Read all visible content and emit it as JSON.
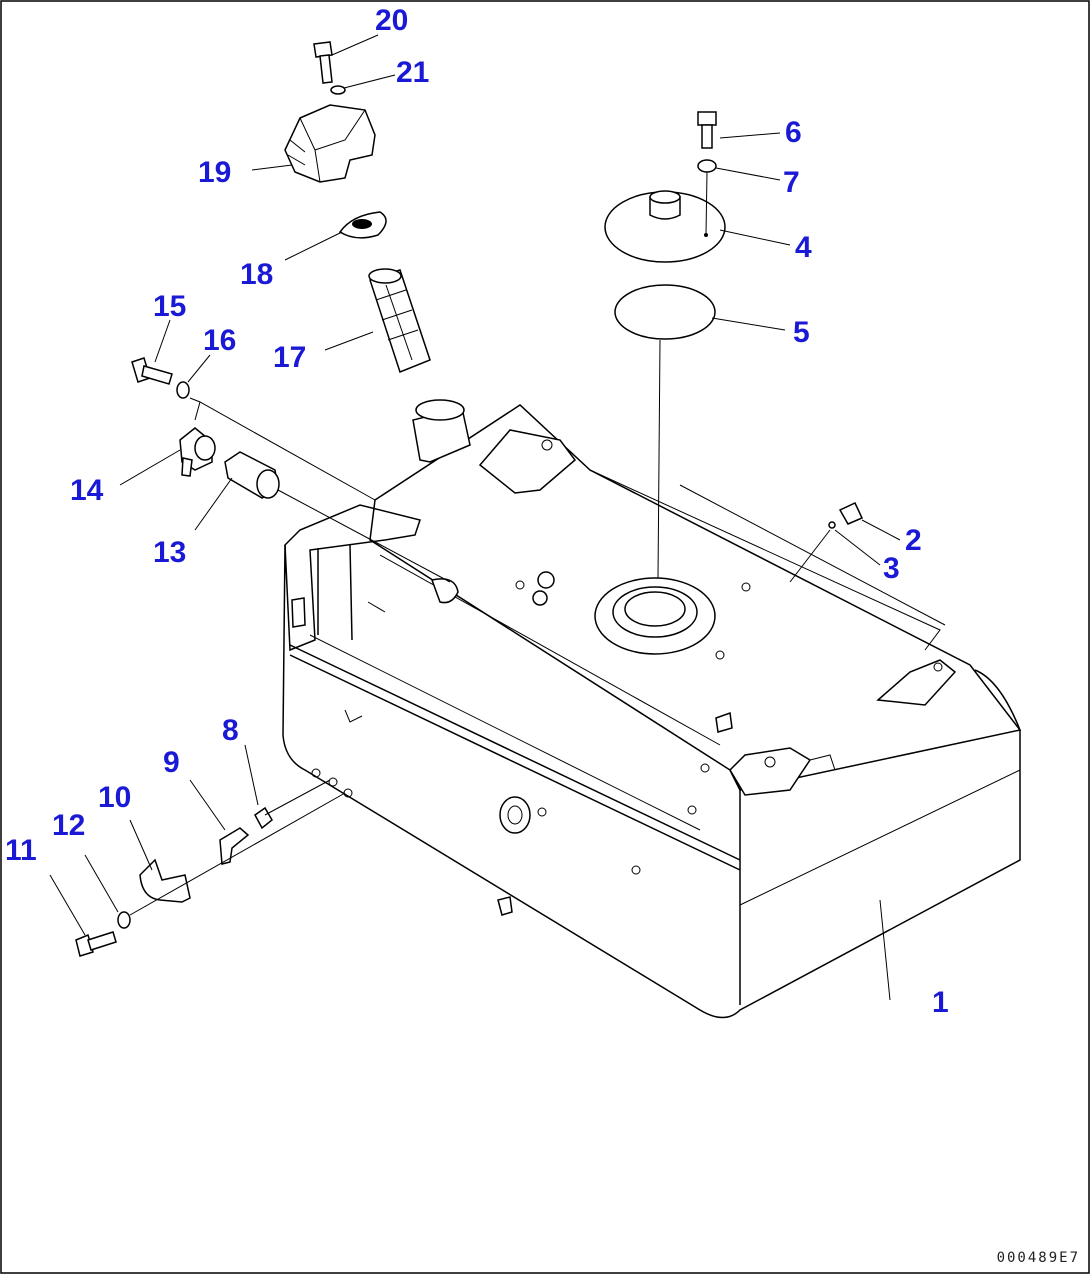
{
  "diagram": {
    "callouts": [
      {
        "id": "1",
        "label": "1"
      },
      {
        "id": "2",
        "label": "2"
      },
      {
        "id": "3",
        "label": "3"
      },
      {
        "id": "4",
        "label": "4"
      },
      {
        "id": "5",
        "label": "5"
      },
      {
        "id": "6",
        "label": "6"
      },
      {
        "id": "7",
        "label": "7"
      },
      {
        "id": "8",
        "label": "8"
      },
      {
        "id": "9",
        "label": "9"
      },
      {
        "id": "10",
        "label": "10"
      },
      {
        "id": "11",
        "label": "11"
      },
      {
        "id": "12",
        "label": "12"
      },
      {
        "id": "13",
        "label": "13"
      },
      {
        "id": "14",
        "label": "14"
      },
      {
        "id": "15",
        "label": "15"
      },
      {
        "id": "16",
        "label": "16"
      },
      {
        "id": "17",
        "label": "17"
      },
      {
        "id": "18",
        "label": "18"
      },
      {
        "id": "19",
        "label": "19"
      },
      {
        "id": "20",
        "label": "20"
      },
      {
        "id": "21",
        "label": "21"
      }
    ],
    "figure_code": "000489E7",
    "colors": {
      "callout": "#1a1ad6",
      "line": "#000000",
      "background": "#ffffff"
    }
  }
}
